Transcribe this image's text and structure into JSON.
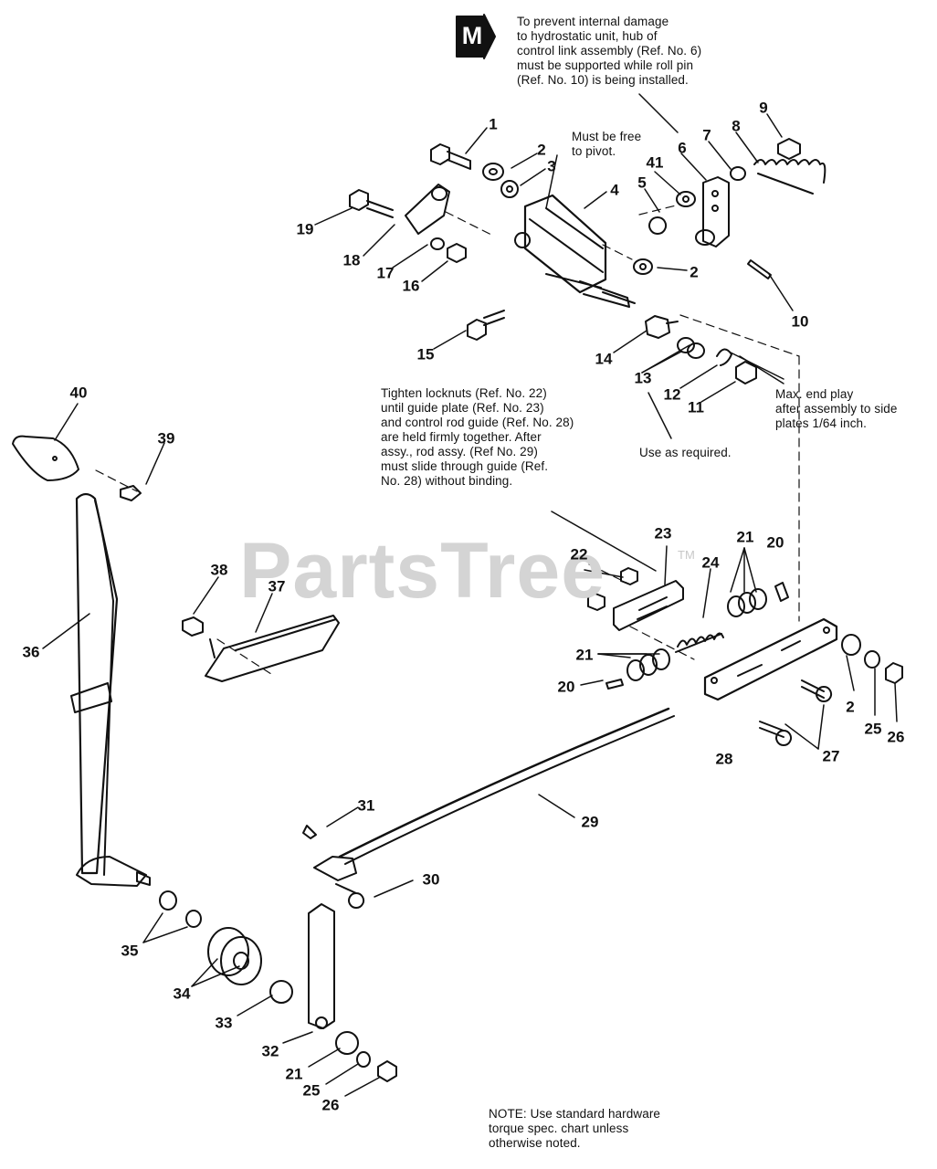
{
  "watermark": {
    "text": "PartsTree",
    "trademark": "TM"
  },
  "section_badge": {
    "letter": "M",
    "color": "#111111"
  },
  "notes": {
    "roll_pin_warning": "To prevent internal damage\nto hydrostatic unit, hub of\ncontrol link assembly (Ref. No. 6)\nmust be supported while roll pin\n(Ref. No. 10) is being installed.",
    "pivot": "Must be free\nto pivot.",
    "end_play": "Max. end play\nafter assembly to side\nplates      1/64 inch.",
    "locknuts": "Tighten locknuts (Ref. No. 22)\nuntil guide plate (Ref. No. 23)\nand control rod guide (Ref. No. 28)\nare held firmly together. After\nassy., rod assy. (Ref No. 29)\nmust slide through guide (Ref.\nNo. 28) without binding.",
    "use_as_required": "Use as required.",
    "hardware": "NOTE: Use standard hardware\ntorque spec. chart unless\notherwise noted."
  },
  "callouts": [
    "1",
    "2",
    "3",
    "4",
    "5",
    "41",
    "6",
    "7",
    "8",
    "9",
    "19",
    "18",
    "17",
    "16",
    "2",
    "10",
    "15",
    "14",
    "13",
    "12",
    "11",
    "40",
    "39",
    "38",
    "37",
    "36",
    "23",
    "22",
    "24",
    "21",
    "20",
    "21",
    "20",
    "2",
    "25",
    "26",
    "28",
    "27",
    "31",
    "29",
    "30",
    "35",
    "34",
    "33",
    "32",
    "21",
    "25",
    "26"
  ]
}
